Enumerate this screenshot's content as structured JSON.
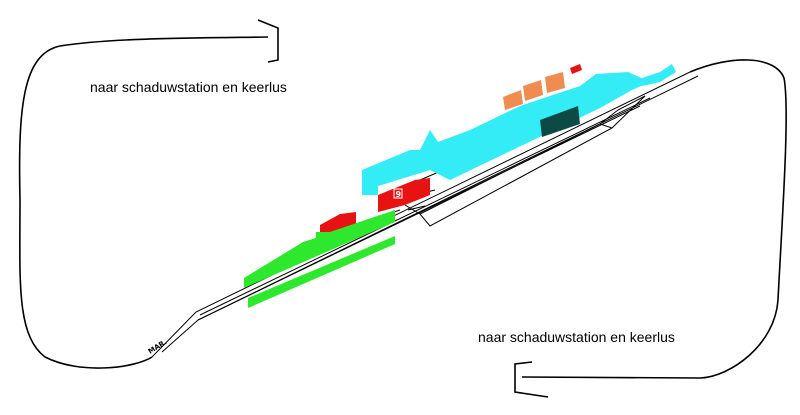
{
  "loop_labels": {
    "top": "naar schaduwstation en  keerlus",
    "bottom": "naar schaduwstation en  keerlus"
  },
  "track_marker": "MAR.",
  "station_sign": "9",
  "colors": {
    "track": "#000000",
    "station": "#33ecf5",
    "platform": "#2ee82e",
    "red_buildings": "#e81212",
    "orange_buildings": "#f08c50",
    "dark_building": "#0c4a46"
  }
}
